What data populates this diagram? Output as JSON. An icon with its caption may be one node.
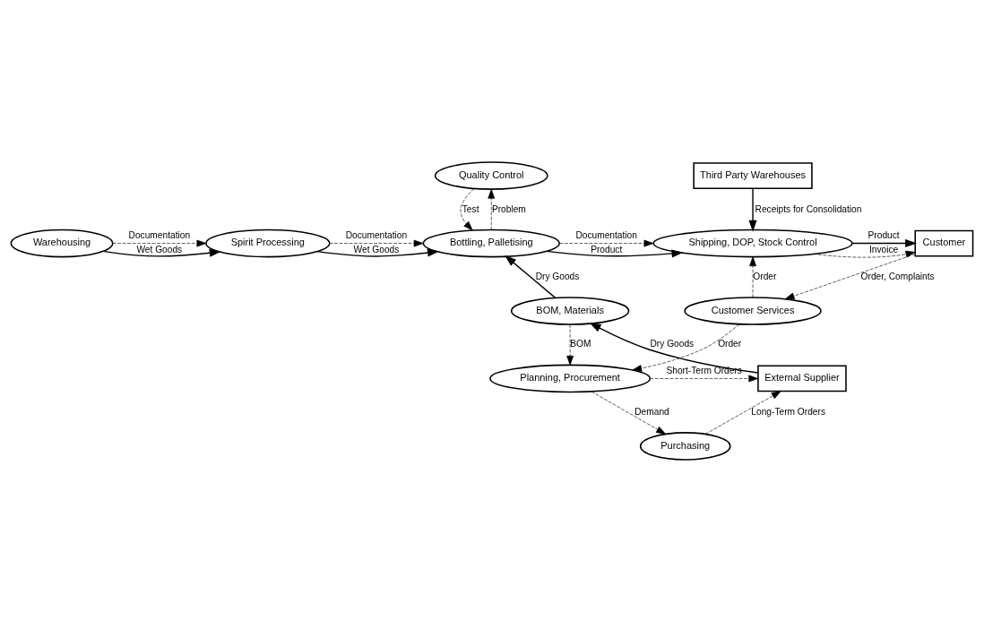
{
  "diagram": {
    "nodes": [
      {
        "text": [
          "Warehousing"
        ]
      },
      {
        "text": [
          "Spirit Processing"
        ]
      },
      {
        "text": [
          "Quality Control"
        ]
      },
      {
        "text": [
          "Third Party Warehouses"
        ]
      },
      {
        "text": [
          "Bottling, Palletising"
        ]
      },
      {
        "text": [
          "Shipping, DOP, Stock Control"
        ]
      },
      {
        "text": [
          "Customer"
        ]
      },
      {
        "text": [
          "BOM, Materials"
        ]
      },
      {
        "text": [
          "Customer Services"
        ]
      },
      {
        "text": [
          "External Supplier"
        ]
      },
      {
        "text": [
          "Planning, Procurement"
        ]
      },
      {
        "text": [
          "Purchasing"
        ]
      }
    ],
    "edges": [
      {
        "from": 0,
        "to": 1,
        "arrow": "to",
        "label": "Wet Goods"
      },
      {
        "from": 0,
        "to": 1,
        "arrow": "to",
        "label": "Documentation",
        "style": "dashed"
      },
      {
        "from": 1,
        "to": 4,
        "arrow": "to",
        "label": "Wet Goods"
      },
      {
        "from": 1,
        "to": 4,
        "arrow": "to",
        "label": "Documentation",
        "style": "dashed"
      },
      {
        "from": 2,
        "to": 4,
        "arrow": "to",
        "label": "Test",
        "style": "dashed"
      },
      {
        "from": 4,
        "to": 2,
        "arrow": "to",
        "label": "Problem",
        "style": "dashed"
      },
      {
        "from": 4,
        "to": 5,
        "arrow": "to",
        "label": "Product"
      },
      {
        "from": 4,
        "to": 5,
        "arrow": "to",
        "label": "Documentation",
        "style": "dashed"
      },
      {
        "from": 3,
        "to": 5,
        "arrow": "to",
        "label": "Receipts for Consolidation"
      },
      {
        "from": 5,
        "to": 6,
        "arrow": "to",
        "label": "Product"
      },
      {
        "from": 5,
        "to": 6,
        "arrow": "to",
        "label": "Invoice",
        "style": "dashed"
      },
      {
        "from": 6,
        "to": 8,
        "arrow": "to",
        "label": "Order, Complaints",
        "style": "dashed"
      },
      {
        "from": 8,
        "to": 5,
        "arrow": "to",
        "label": "Order",
        "style": "dashed"
      },
      {
        "from": 8,
        "to": 10,
        "arrow": "to",
        "label": "Order",
        "style": "dashed"
      },
      {
        "from": 9,
        "to": 7,
        "arrow": "to",
        "label": "Dry Goods"
      },
      {
        "from": 7,
        "to": 4,
        "arrow": "to",
        "label": "Dry Goods"
      },
      {
        "from": 7,
        "to": 10,
        "arrow": "to",
        "label": "BOM",
        "style": "dashed"
      },
      {
        "from": 10,
        "to": 9,
        "arrow": "to",
        "label": "Short-Term Orders",
        "style": "dashed"
      },
      {
        "from": 10,
        "to": 11,
        "arrow": "to",
        "label": "Demand",
        "style": "dashed"
      },
      {
        "from": 11,
        "to": 9,
        "arrow": "to",
        "label": "Long-Term Orders",
        "style": "dashed"
      }
    ]
  }
}
